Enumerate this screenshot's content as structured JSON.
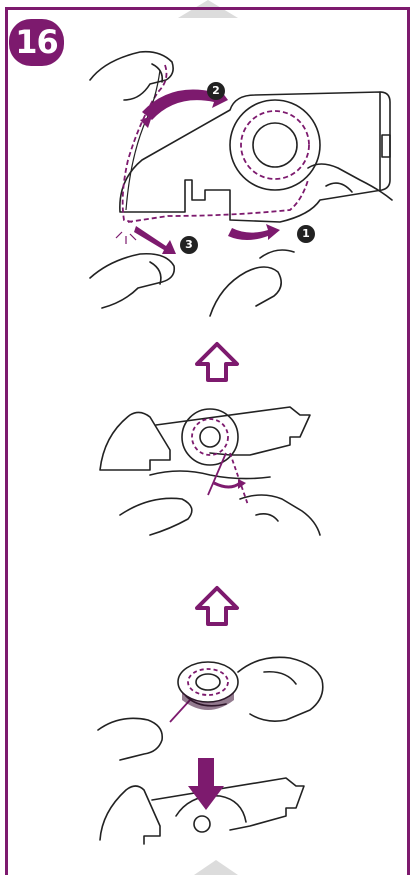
{
  "step": {
    "number": "16"
  },
  "callouts": [
    "1",
    "2",
    "3"
  ],
  "colors": {
    "accent": "#7d1a6e",
    "line": "#222222",
    "tab": "#dcdcdc"
  },
  "icons": [
    "up-arrow-icon",
    "down-arrow-icon"
  ]
}
